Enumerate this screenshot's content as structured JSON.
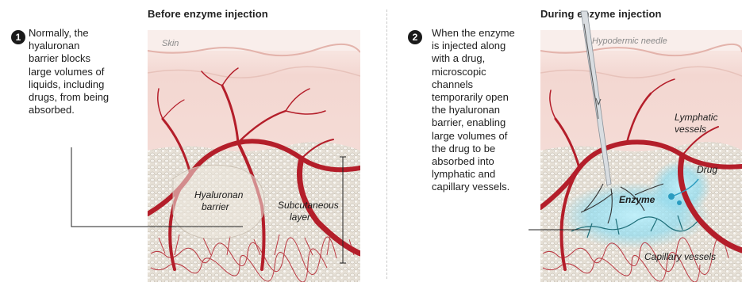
{
  "panel1": {
    "title": "Before enzyme injection",
    "step_number": "1",
    "caption_lines": [
      "Normally, the",
      "hyaluronan",
      "barrier blocks",
      "large volumes of",
      "liquids, including",
      "drugs, from being",
      "absorbed."
    ],
    "labels": {
      "skin": "Skin",
      "hyaluronan_1": "Hyaluronan",
      "hyaluronan_2": "barrier",
      "subcutaneous_1": "Subcutaneous",
      "subcutaneous_2": "layer"
    }
  },
  "panel2": {
    "title": "During enzyme injection",
    "step_number": "2",
    "caption_lines": [
      "When the enzyme",
      "is injected along",
      "with a drug,",
      "microscopic",
      "channels",
      "temporarily open",
      "the hyaluronan",
      "barrier, enabling",
      "large volumes of",
      "the drug to be",
      "absorbed into",
      "lymphatic and",
      "capillary vessels."
    ],
    "labels": {
      "needle": "Hypodermic needle",
      "lymphatic_1": "Lymphatic",
      "lymphatic_2": "vessels",
      "drug": "Drug",
      "enzyme": "Enzyme",
      "capillary": "Capillary vessels"
    }
  },
  "colors": {
    "skin_top": "#f7e6e2",
    "dermis": "#f1cfc8",
    "blood_vessel": "#b41e2a",
    "tissue_bg": "#e3ddd3",
    "drug_glow": "#7fd4ec",
    "lymph": "#1f6f7a",
    "divider": "#c9c9c9"
  }
}
